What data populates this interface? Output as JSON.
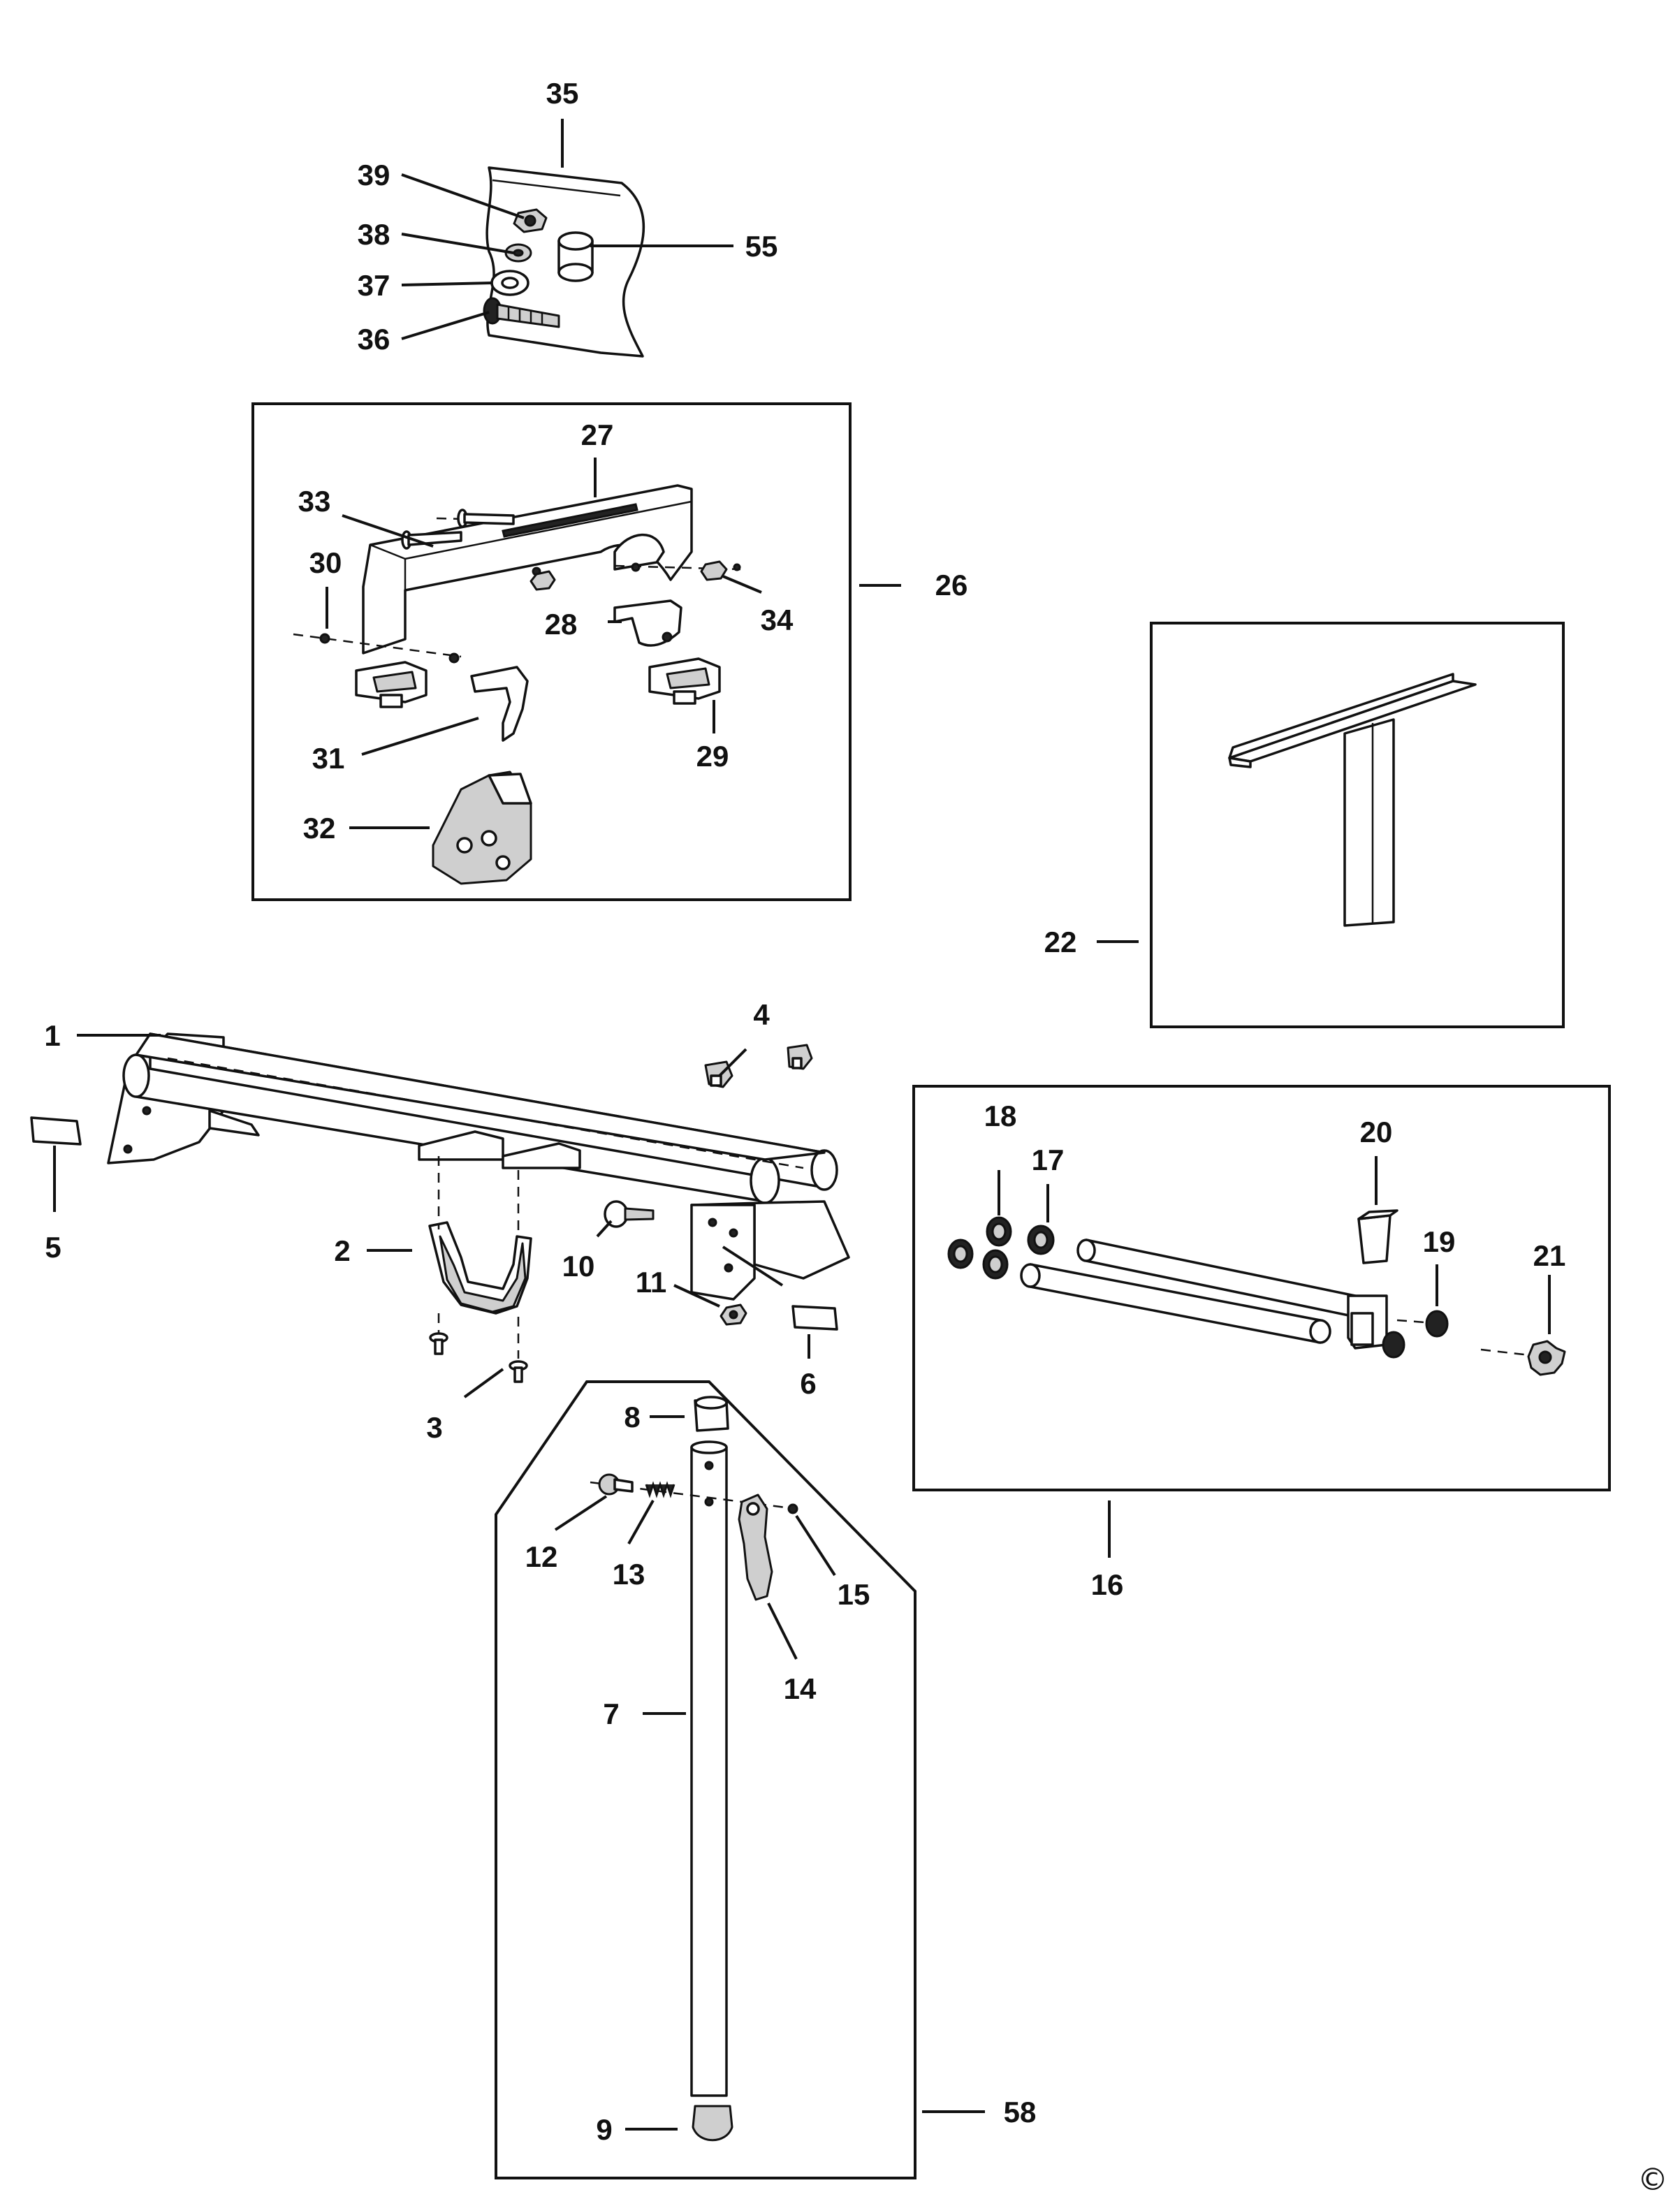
{
  "callouts": {
    "c1": "1",
    "c2": "2",
    "c3": "3",
    "c4": "4",
    "c5": "5",
    "c6": "6",
    "c7": "7",
    "c8": "8",
    "c9": "9",
    "c10": "10",
    "c11": "11",
    "c12": "12",
    "c13": "13",
    "c14": "14",
    "c15": "15",
    "c16": "16",
    "c17": "17",
    "c18": "18",
    "c19": "19",
    "c20": "20",
    "c21": "21",
    "c22": "22",
    "c26": "26",
    "c27": "27",
    "c28": "28",
    "c29": "29",
    "c30": "30",
    "c31": "31",
    "c32": "32",
    "c33": "33",
    "c34": "34",
    "c35": "35",
    "c36": "36",
    "c37": "37",
    "c38": "38",
    "c39": "39",
    "c55": "55",
    "c58": "58"
  },
  "copyright_symbol": "©"
}
